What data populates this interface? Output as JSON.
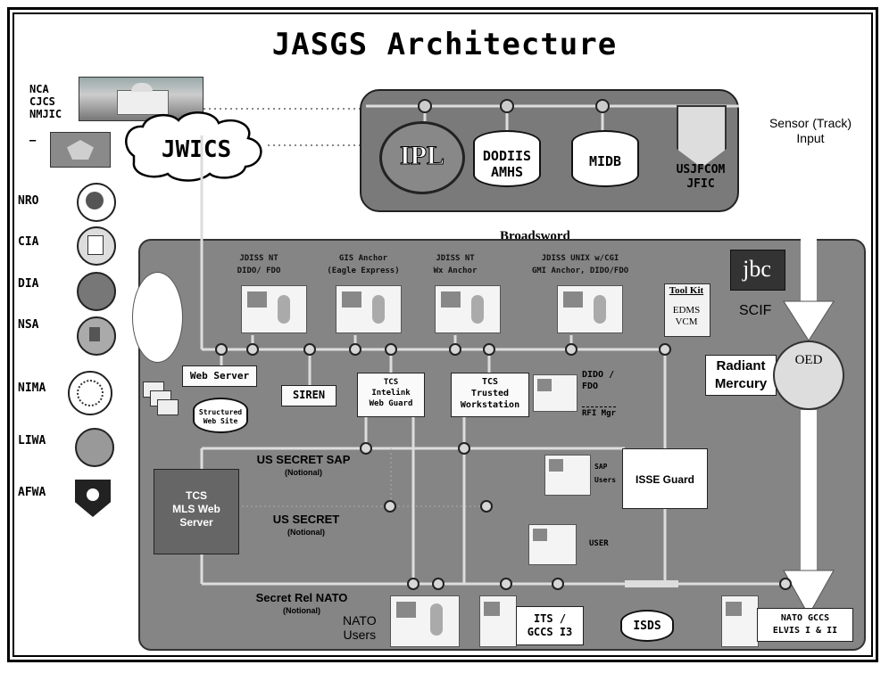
{
  "title": "JASGS Architecture",
  "left_top_labels": [
    "NCA",
    "CJCS",
    "NMJIC",
    "–"
  ],
  "jwics": "JWICS",
  "agencies": [
    "NRO",
    "CIA",
    "DIA",
    "NSA",
    "NIMA",
    "LIWA",
    "AFWA"
  ],
  "top_panel": {
    "ipl": "IPL",
    "dodiis": "DODIIS\nAMHS",
    "midb": "MIDB",
    "usjfcom": "USJFCOM\nJFIC"
  },
  "broadsword": "Broadsword",
  "sensor_input": "Sensor (Track)\nInput",
  "jbc": "jbc",
  "scif": "SCIF",
  "toolkit": {
    "title": "Tool Kit",
    "items": "EDMS\nVCM"
  },
  "workstations": [
    "JDISS NT\nDIDO/ FDO",
    "GIS Anchor\n(Eagle Express)",
    "JDISS NT\nWx Anchor",
    "JDISS UNIX w/CGI\nGMI Anchor, DIDO/FDO"
  ],
  "web_server": "Web Server",
  "structured_web_site": "Structured\nWeb Site",
  "siren": "SIREN",
  "tcs_intelink": "TCS\nIntelink\nWeb Guard",
  "tcs_trusted": "TCS\nTrusted\nWorkstation",
  "dido_fdo": "DIDO /\nFDO",
  "rfi_mgr": "RFI Mgr",
  "radiant_mercury": "Radiant\nMercury",
  "oed": "OED",
  "us_secret_sap": {
    "label": "US SECRET SAP",
    "sub": "(Notional)"
  },
  "us_secret": {
    "label": "US SECRET",
    "sub": "(Notional)"
  },
  "secret_rel_nato": {
    "label": "Secret Rel NATO",
    "sub": "(Notional)"
  },
  "tcs_mls": "TCS\nMLS Web\nServer",
  "sap_users": "SAP\nUsers",
  "isse_guard": "ISSE Guard",
  "users": "USER",
  "nato_users": "NATO\nUsers",
  "its_gccs": "ITS /\nGCCS I3",
  "isds": "ISDS",
  "nato_gccs": "NATO GCCS\nELVIS I & II"
}
